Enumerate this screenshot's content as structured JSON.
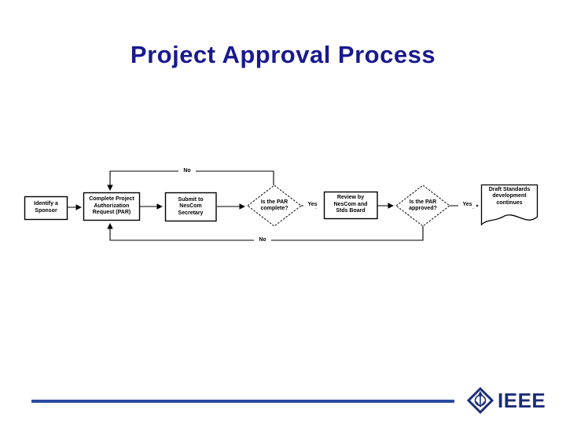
{
  "slide": {
    "title": "Project Approval Process"
  },
  "flowchart": {
    "nodes": [
      {
        "id": "identify-sponsor",
        "type": "process",
        "label": "Identify a\nSponsor"
      },
      {
        "id": "complete-par",
        "type": "process",
        "label": "Complete Project\nAuthorization\nRequest (PAR)"
      },
      {
        "id": "submit-nescom",
        "type": "process",
        "label": "Submit to\nNesCom\nSecretary"
      },
      {
        "id": "par-complete-decision",
        "type": "decision",
        "label": "Is the PAR\ncomplete?"
      },
      {
        "id": "review-nescom-stds",
        "type": "process",
        "label": "Review by\nNesCom and\nStds Board"
      },
      {
        "id": "par-approved-decision",
        "type": "decision",
        "label": "Is the PAR\napproved?"
      },
      {
        "id": "draft-development",
        "type": "document",
        "label": "Draft Standards\ndevelopment\ncontinues"
      }
    ],
    "edge_labels": {
      "complete_yes": "Yes",
      "complete_no": "No",
      "approved_yes": "Yes",
      "approved_no": "No"
    }
  },
  "footer": {
    "logo_text": "IEEE"
  },
  "colors": {
    "title": "#19198F",
    "footer_rule": "#2B4AA3",
    "logo": "#1B2D7A",
    "diagram_line": "#000000"
  }
}
